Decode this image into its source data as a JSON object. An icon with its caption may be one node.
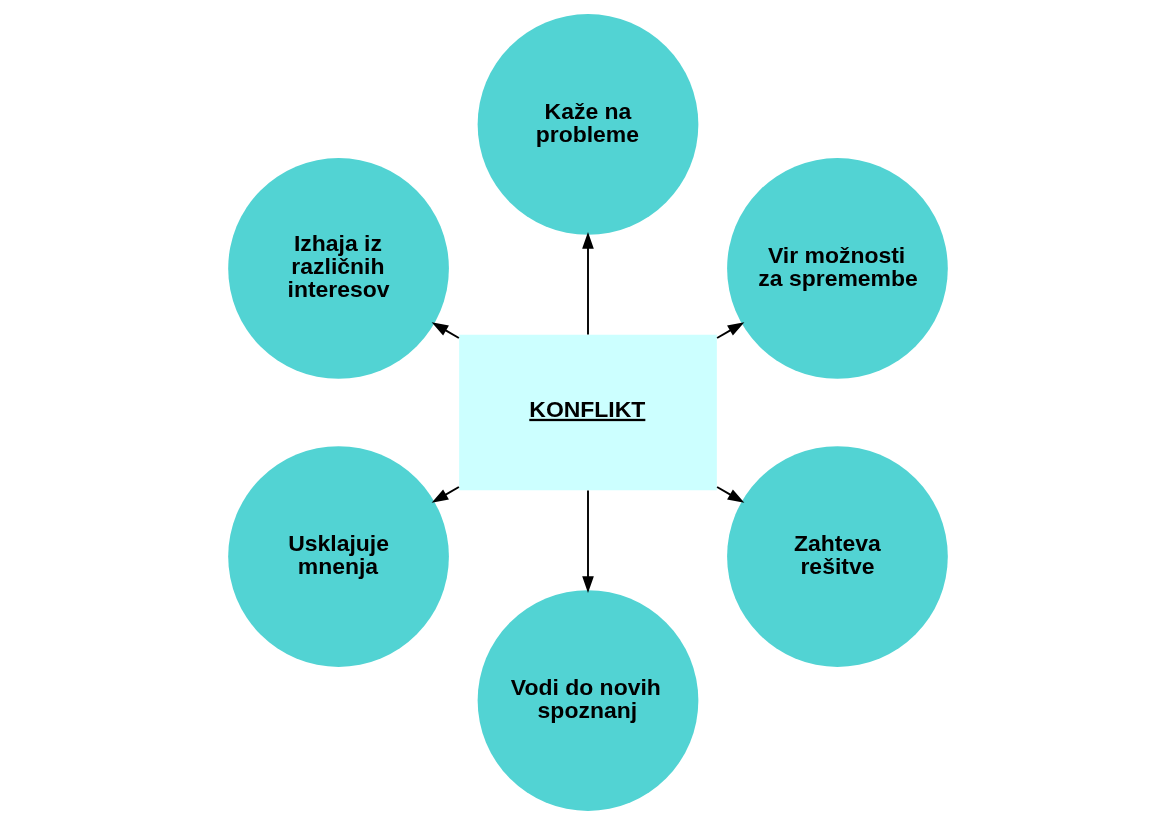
{
  "diagram": {
    "nodes": [
      {
        "text": [
          "Vir možnosti za spremembe"
        ]
      },
      {
        "text": [
          "Kaže na probleme"
        ]
      },
      {
        "text": [
          "Izhaja iz različnih interesov"
        ]
      },
      {
        "text": [
          "KONFLIKT"
        ]
      },
      {
        "text": [
          "Usklajuje mnenja"
        ]
      },
      {
        "text": [
          "Vodi do novih spoznanj"
        ]
      },
      {
        "text": [
          "Zahteva rešitve"
        ]
      }
    ],
    "edges": [
      {
        "from": 3,
        "to": 0,
        "arrow": "to"
      },
      {
        "from": 3,
        "to": 1,
        "arrow": "to"
      },
      {
        "from": 3,
        "to": 2,
        "arrow": "to"
      },
      {
        "from": 3,
        "to": 4,
        "arrow": "to"
      },
      {
        "from": 3,
        "to": 5,
        "arrow": "to"
      },
      {
        "from": 3,
        "to": 6,
        "arrow": "to"
      }
    ]
  }
}
